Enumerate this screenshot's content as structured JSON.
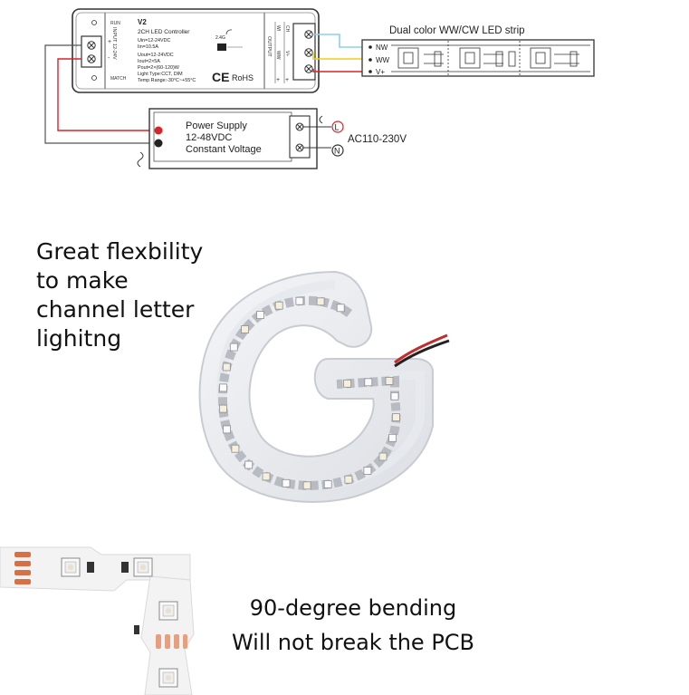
{
  "wiring": {
    "controller": {
      "model": "V2",
      "name": "2CH LED Controller",
      "specs": [
        "Uin=12-24VDC",
        "Iin=10.5A",
        "Uout=12-24VDC",
        "Iout=2×5A",
        "Pout=2×(60-120)W",
        "Light Type:CCT, DIM",
        "Temp Range:-30°C~+55°C"
      ],
      "ce_mark": "CE",
      "rohs_mark": "RoHS",
      "wireless": "2.4G",
      "side_labels": [
        "RUN",
        "MATCH"
      ],
      "input_label": "INPUT 12-24V",
      "output_label": "OUTPUT",
      "output_terminals": [
        "WI",
        "CH",
        "WW",
        "V+",
        "+"
      ]
    },
    "strip": {
      "title": "Dual color WW/CW LED strip",
      "pins": [
        "NW",
        "WW",
        "V+"
      ]
    },
    "power_supply": {
      "lines": [
        "Power Supply",
        "12-48VDC",
        "Constant Voltage"
      ],
      "ac_input": "AC110-230V",
      "live": "L",
      "neutral": "N"
    },
    "wire_colors": {
      "cw": "#8ad0ee",
      "ww": "#ecd11c",
      "positive": "#d8232a",
      "negative": "#222222"
    }
  },
  "captions": {
    "flexibility": [
      "Great flexbility",
      "to make",
      "channel letter",
      "lighitng"
    ],
    "bending": [
      "90-degree bending",
      "Will not break the PCB"
    ]
  }
}
